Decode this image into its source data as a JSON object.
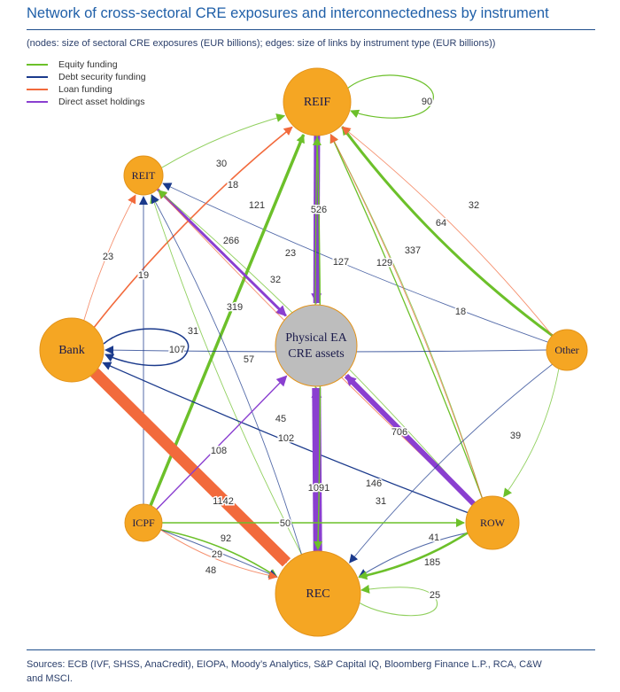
{
  "title": "Network of cross-sectoral CRE exposures and interconnectedness by instrument",
  "subtitle": "(nodes: size of sectoral CRE exposures (EUR billions); edges: size of links by instrument type (EUR billions))",
  "legend": [
    {
      "label": "Equity funding",
      "color": "#6cc02a"
    },
    {
      "label": "Debt security funding",
      "color": "#1b3a8c"
    },
    {
      "label": "Loan funding",
      "color": "#f26a3c"
    },
    {
      "label": "Direct asset holdings",
      "color": "#8a3fd0"
    }
  ],
  "nodes": [
    {
      "id": "REIF",
      "label": "REIF",
      "fill": "#f5a623"
    },
    {
      "id": "REIT",
      "label": "REIT",
      "fill": "#f5a623"
    },
    {
      "id": "Bank",
      "label": "Bank",
      "fill": "#f5a623"
    },
    {
      "id": "Other",
      "label": "Other",
      "fill": "#f5a623"
    },
    {
      "id": "ROW",
      "label": "ROW",
      "fill": "#f5a623"
    },
    {
      "id": "ICPF",
      "label": "ICPF",
      "fill": "#f5a623"
    },
    {
      "id": "REC",
      "label": "REC",
      "fill": "#f5a623"
    },
    {
      "id": "PEA",
      "label_line1": "Physical EA",
      "label_line2": "CRE assets",
      "fill": "#bdbdbd"
    }
  ],
  "edges": [
    {
      "from": "REIF",
      "to": "REIF",
      "type": "equity",
      "value": "90"
    },
    {
      "from": "REIF",
      "to": "PEA",
      "type": "direct",
      "value": "526"
    },
    {
      "from": "Other",
      "to": "REIF",
      "type": "equity",
      "value": "337"
    },
    {
      "from": "Other",
      "to": "REIT",
      "type": "debt",
      "value": "18"
    },
    {
      "from": "Other",
      "to": "REIF",
      "type": "loan",
      "value": "32"
    },
    {
      "from": "ROW",
      "to": "REIF",
      "type": "equity",
      "value": "64"
    },
    {
      "from": "ROW",
      "to": "REIF",
      "type": "equity",
      "value": "129"
    },
    {
      "from": "REC",
      "to": "REIF",
      "type": "equity",
      "value": "127"
    },
    {
      "from": "ROW",
      "to": "REIF",
      "type": "loan",
      "value": "18"
    },
    {
      "from": "Bank",
      "to": "REIF",
      "type": "loan",
      "value": "121"
    },
    {
      "from": "ICPF",
      "to": "REIF",
      "type": "equity",
      "value": "319"
    },
    {
      "from": "REIT",
      "to": "REIF",
      "type": "equity",
      "value": "30"
    },
    {
      "from": "Bank",
      "to": "REIT",
      "type": "loan",
      "value": "23"
    },
    {
      "from": "ICPF",
      "to": "REIT",
      "type": "debt",
      "value": "19"
    },
    {
      "from": "REIT",
      "to": "PEA",
      "type": "direct",
      "value": "266"
    },
    {
      "from": "ROW",
      "to": "REIT",
      "type": "loan",
      "value": "23"
    },
    {
      "from": "REC",
      "to": "REIT",
      "type": "equity",
      "value": "32"
    },
    {
      "from": "REC",
      "to": "REIT",
      "type": "debt",
      "value": "31"
    },
    {
      "from": "ROW",
      "to": "REIT",
      "type": "equity",
      "value": "57"
    },
    {
      "from": "Bank",
      "to": "Bank",
      "type": "debt",
      "value": "107"
    },
    {
      "from": "Other",
      "to": "Bank",
      "type": "debt",
      "value": "45"
    },
    {
      "from": "ROW",
      "to": "Bank",
      "type": "debt",
      "value": "102"
    },
    {
      "from": "Bank",
      "to": "REC",
      "type": "loan",
      "value": "1142"
    },
    {
      "from": "ICPF",
      "to": "PEA",
      "type": "direct",
      "value": "108"
    },
    {
      "from": "REC",
      "to": "PEA",
      "type": "direct",
      "value": "1091"
    },
    {
      "from": "ROW",
      "to": "PEA",
      "type": "direct",
      "value": "706"
    },
    {
      "from": "REIF",
      "to": "REC",
      "type": "equity",
      "value": "146"
    },
    {
      "from": "Other",
      "to": "REC",
      "type": "debt",
      "value": "31"
    },
    {
      "from": "Other",
      "to": "ROW",
      "type": "equity",
      "value": "39"
    },
    {
      "from": "ICPF",
      "to": "ROW",
      "type": "equity",
      "value": "50"
    },
    {
      "from": "ICPF",
      "to": "REC",
      "type": "equity",
      "value": "92"
    },
    {
      "from": "ICPF",
      "to": "REC",
      "type": "debt",
      "value": "29"
    },
    {
      "from": "ICPF",
      "to": "REC",
      "type": "loan",
      "value": "48"
    },
    {
      "from": "ROW",
      "to": "REC",
      "type": "debt",
      "value": "41"
    },
    {
      "from": "ROW",
      "to": "REC",
      "type": "equity",
      "value": "185"
    },
    {
      "from": "REC",
      "to": "REC",
      "type": "equity",
      "value": "25"
    }
  ],
  "sources_line1": "Sources: ECB (IVF, SHSS, AnaCredit), EIOPA, Moody’s Analytics, S&P Capital IQ, Bloomberg Finance L.P., RCA, C&W",
  "sources_line2": "and MSCI."
}
